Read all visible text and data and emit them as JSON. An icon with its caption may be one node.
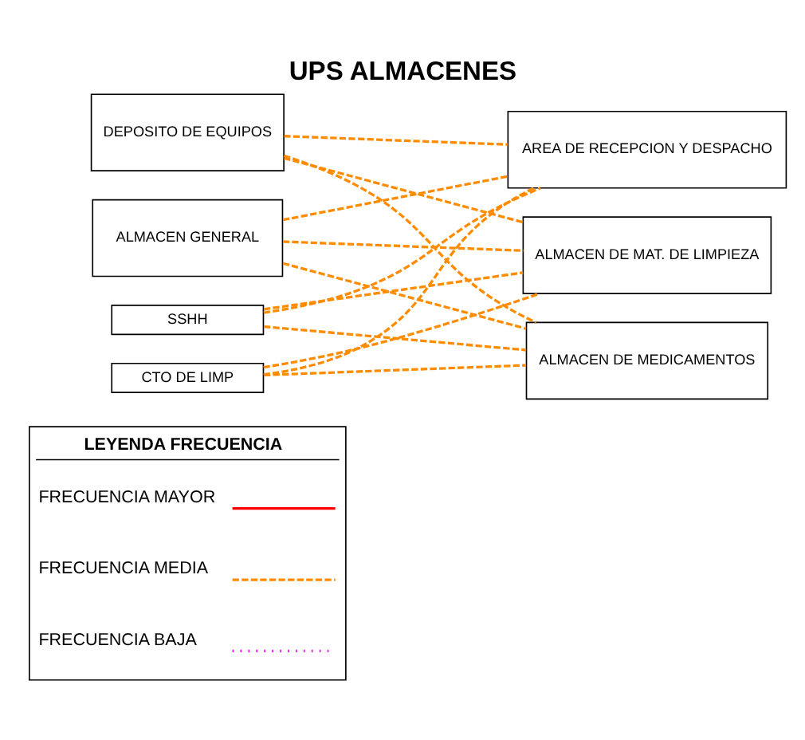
{
  "diagram": {
    "title": "UPS ALMACENES",
    "nodes": [
      {
        "text": [
          "DEPOSITO DE EQUIPOS"
        ]
      },
      {
        "text": [
          "AREA DE RECEPCION Y DESPACHO"
        ]
      },
      {
        "text": [
          "ALMACEN GENERAL"
        ]
      },
      {
        "text": [
          "ALMACEN DE MAT. DE LIMPIEZA"
        ]
      },
      {
        "text": [
          "SSHH"
        ]
      },
      {
        "text": [
          "ALMACEN DE MEDICAMENTOS"
        ]
      },
      {
        "text": [
          "CTO DE LIMP"
        ]
      }
    ],
    "edges": [
      {
        "from": 0,
        "to": 1,
        "arrow": "none",
        "style": "dashed"
      },
      {
        "from": 0,
        "to": 3,
        "arrow": "none",
        "style": "dashed"
      },
      {
        "from": 0,
        "to": 5,
        "arrow": "none",
        "style": "dashed"
      },
      {
        "from": 2,
        "to": 1,
        "arrow": "none",
        "style": "dashed"
      },
      {
        "from": 2,
        "to": 3,
        "arrow": "none",
        "style": "dashed"
      },
      {
        "from": 2,
        "to": 5,
        "arrow": "none",
        "style": "dashed"
      },
      {
        "from": 4,
        "to": 1,
        "arrow": "none",
        "style": "dashed"
      },
      {
        "from": 4,
        "to": 3,
        "arrow": "none",
        "style": "dashed"
      },
      {
        "from": 4,
        "to": 5,
        "arrow": "none",
        "style": "dashed"
      },
      {
        "from": 6,
        "to": 1,
        "arrow": "none",
        "style": "dashed"
      },
      {
        "from": 6,
        "to": 3,
        "arrow": "none",
        "style": "dashed"
      },
      {
        "from": 6,
        "to": 5,
        "arrow": "none",
        "style": "dashed"
      }
    ],
    "labels": [
      "LEYENDA FRECUENCIA"
    ],
    "legend": [
      {
        "text": "FRECUENCIA MAYOR"
      },
      {
        "text": "FRECUENCIA MEDIA"
      },
      {
        "text": "FRECUENCIA BAJA"
      }
    ]
  }
}
